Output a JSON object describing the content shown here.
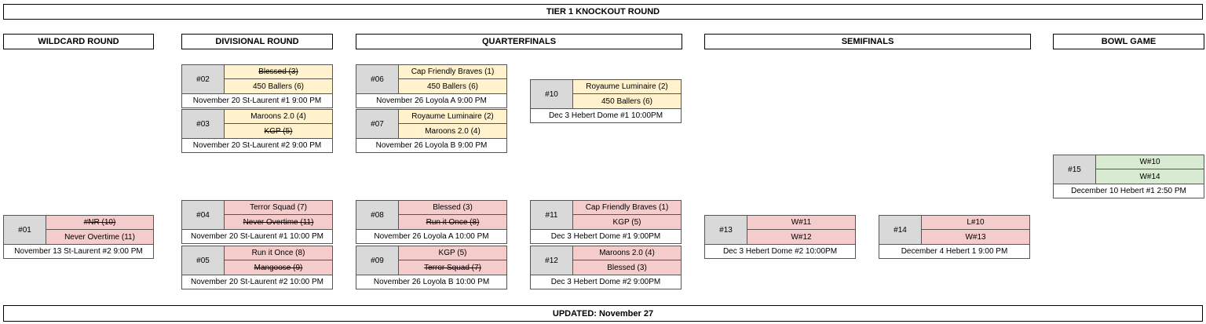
{
  "title": "TIER 1 KNOCKOUT ROUND",
  "footer": "UPDATED: November 27",
  "rounds": {
    "wildcard": "WILDCARD ROUND",
    "divisional": "DIVISIONAL ROUND",
    "quarterfinals": "QUARTERFINALS",
    "semifinals": "SEMIFINALS",
    "bowl": "BOWL GAME"
  },
  "colors": {
    "upper_bracket": "#fff2cc",
    "lower_bracket": "#f4cccc",
    "final": "#d9ead3",
    "game_number_cell": "#d9d9d9"
  },
  "games": {
    "g01": {
      "number": "#01",
      "team1": "#NR (10)",
      "team2": "Never Overtime (11)",
      "info": "November 13 St-Laurent #2 9:00 PM"
    },
    "g02": {
      "number": "#02",
      "team1": "Blessed (3)",
      "team2": "450 Ballers (6)",
      "info": "November 20 St-Laurent #1 9:00 PM"
    },
    "g03": {
      "number": "#03",
      "team1": "Maroons 2.0 (4)",
      "team2": "KGP (5)",
      "info": "November 20 St-Laurent #2 9:00 PM"
    },
    "g04": {
      "number": "#04",
      "team1": "Terror Squad (7)",
      "team2": "Never Overtime (11)",
      "info": "November 20 St-Laurent #1 10:00 PM"
    },
    "g05": {
      "number": "#05",
      "team1": "Run it Once (8)",
      "team2": "Mangoose (9)",
      "info": "November 20 St-Laurent #2 10:00 PM"
    },
    "g06": {
      "number": "#06",
      "team1": "Cap Friendly Braves (1)",
      "team2": "450 Ballers (6)",
      "info": "November 26 Loyola A 9:00 PM"
    },
    "g07": {
      "number": "#07",
      "team1": "Royaume Luminaire (2)",
      "team2": "Maroons 2.0 (4)",
      "info": "November 26 Loyola B 9:00 PM"
    },
    "g08": {
      "number": "#08",
      "team1": "Blessed (3)",
      "team2": "Run it Once (8)",
      "info": "November 26 Loyola A 10:00 PM"
    },
    "g09": {
      "number": "#09",
      "team1": "KGP (5)",
      "team2": "Terror Squad (7)",
      "info": "November 26 Loyola B 10:00 PM"
    },
    "g10": {
      "number": "#10",
      "team1": "Royaume Luminaire (2)",
      "team2": "450 Ballers (6)",
      "info": "Dec 3 Hebert Dome #1 10:00PM"
    },
    "g11": {
      "number": "#11",
      "team1": "Cap Friendly Braves (1)",
      "team2": "KGP (5)",
      "info": "Dec 3 Hebert Dome #1 9:00PM"
    },
    "g12": {
      "number": "#12",
      "team1": "Maroons 2.0 (4)",
      "team2": "Blessed (3)",
      "info": "Dec 3 Hebert Dome #2 9:00PM"
    },
    "g13": {
      "number": "#13",
      "team1": "W#11",
      "team2": "W#12",
      "info": "Dec 3 Hebert Dome #2 10:00PM"
    },
    "g14": {
      "number": "#14",
      "team1": "L#10",
      "team2": "W#13",
      "info": "December 4 Hebert 1 9:00 PM"
    },
    "g15": {
      "number": "#15",
      "team1": "W#10",
      "team2": "W#14",
      "info": "December 10 Hebert #1 2:50 PM"
    }
  }
}
